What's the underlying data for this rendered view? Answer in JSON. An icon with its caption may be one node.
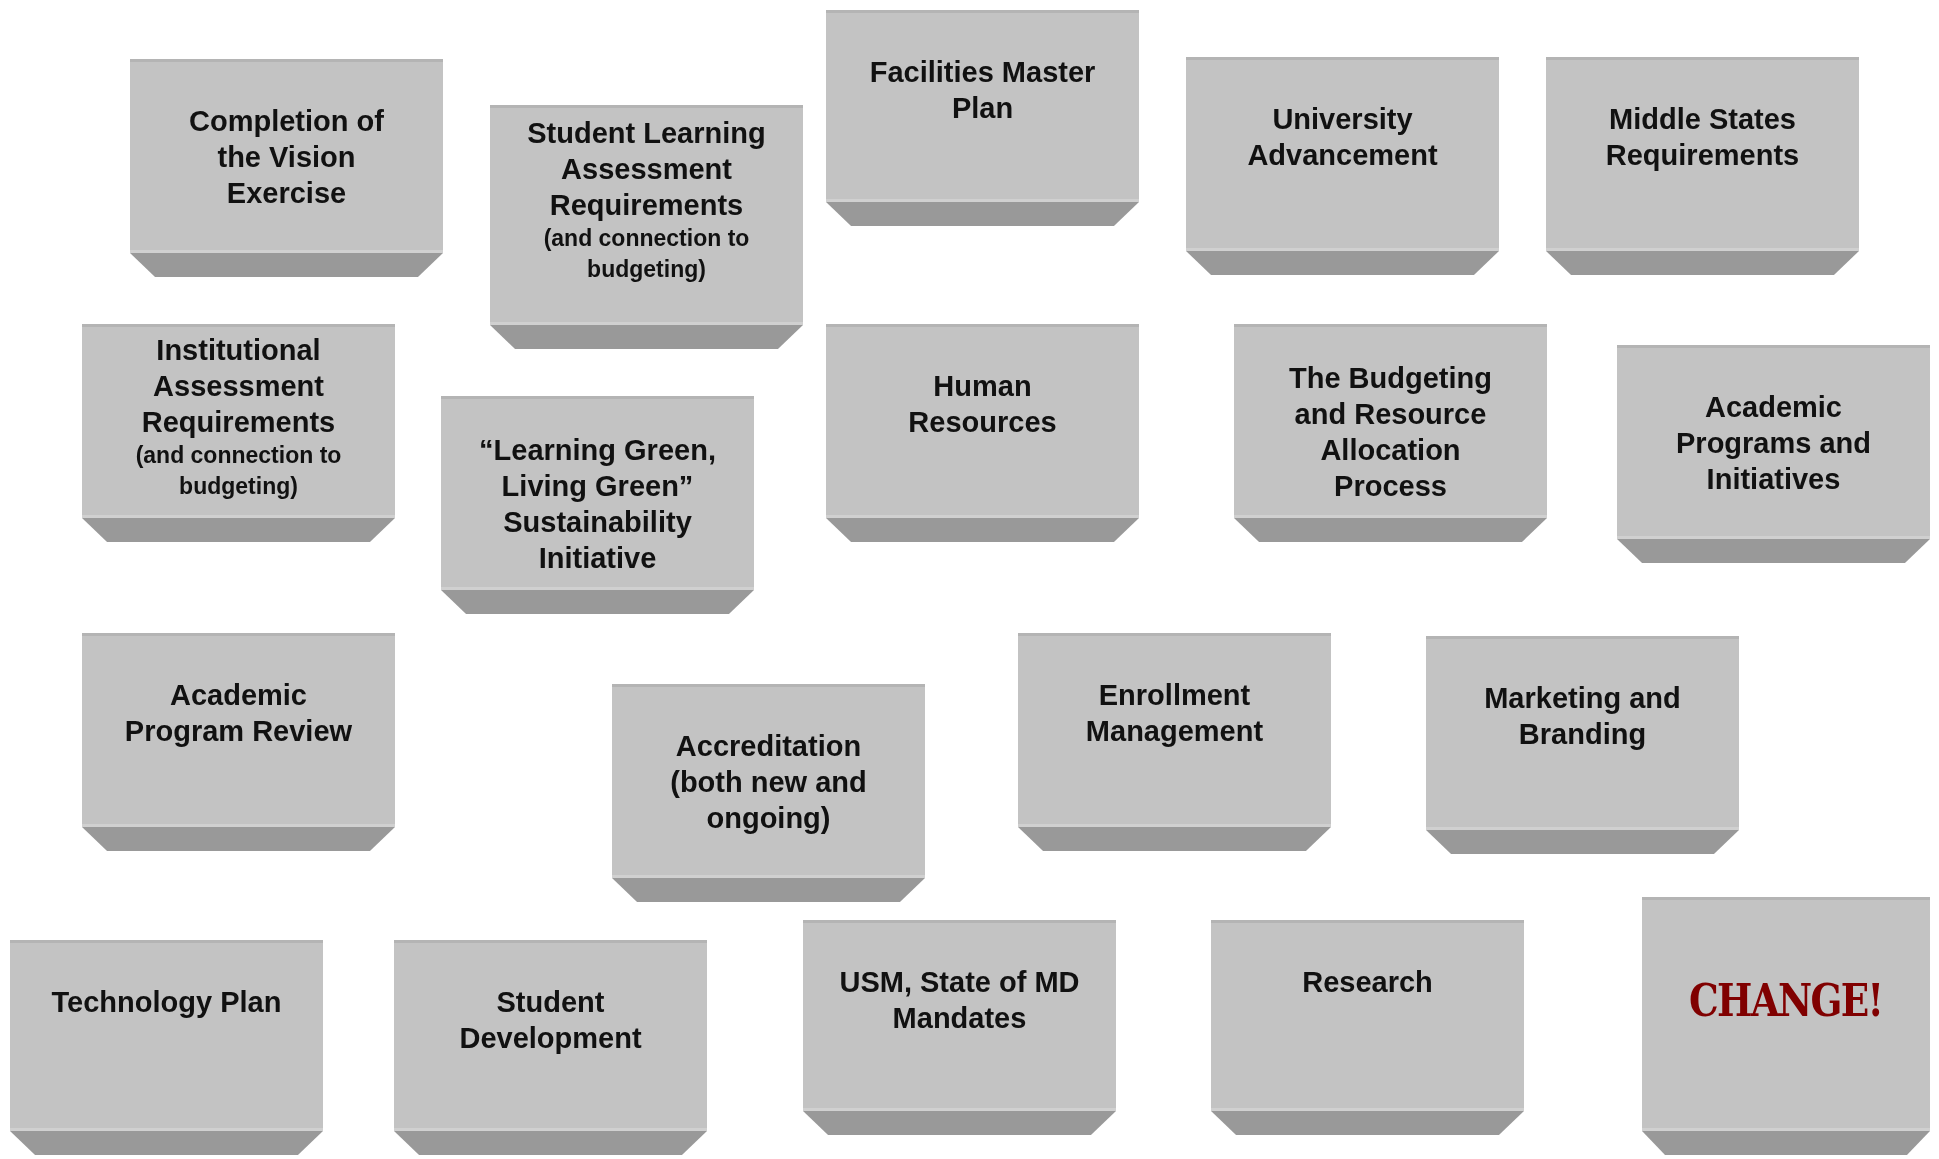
{
  "diagram": {
    "nodes": [
      {
        "text": [
          "Completion of the Vision Exercise"
        ]
      },
      {
        "text": [
          "Student Learning Assessment Requirements",
          "(and connection to budgeting)"
        ]
      },
      {
        "text": [
          "Facilities Master Plan"
        ]
      },
      {
        "text": [
          "University Advancement"
        ]
      },
      {
        "text": [
          "Middle States Requirements"
        ]
      },
      {
        "text": [
          "Institutional Assessment Requirements",
          "(and connection to budgeting)"
        ]
      },
      {
        "text": [
          "“Learning Green, Living Green” Sustainability Initiative"
        ]
      },
      {
        "text": [
          "Human Resources"
        ]
      },
      {
        "text": [
          "The Budgeting and Resource Allocation Process"
        ]
      },
      {
        "text": [
          "Academic Programs and Initiatives"
        ]
      },
      {
        "text": [
          "Academic Program Review"
        ]
      },
      {
        "text": [
          "Accreditation (both new and ongoing)"
        ]
      },
      {
        "text": [
          "Enrollment Management"
        ]
      },
      {
        "text": [
          "Marketing and Branding"
        ]
      },
      {
        "text": [
          "Technology Plan"
        ]
      },
      {
        "text": [
          "Student Development"
        ]
      },
      {
        "text": [
          "USM, State of MD Mandates"
        ]
      },
      {
        "text": [
          "Research"
        ]
      },
      {
        "text": [
          "CHANGE!"
        ]
      }
    ]
  }
}
